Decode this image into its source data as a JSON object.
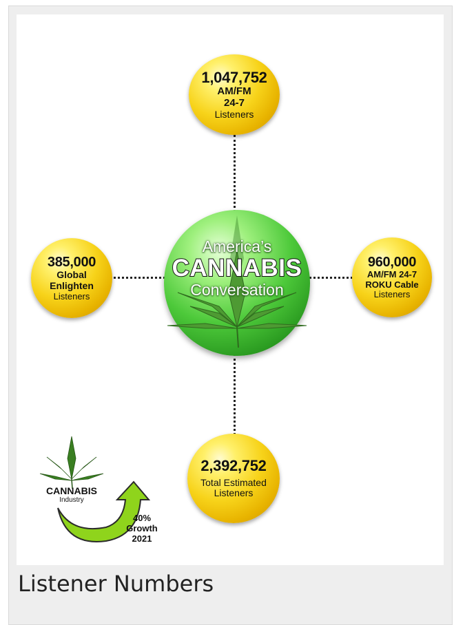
{
  "top_node": {
    "number": "1,047,752",
    "line1": "AM/FM",
    "line2": "24-7",
    "line3": "Listeners"
  },
  "left_node": {
    "number": "385,000",
    "line1": "Global",
    "line2": "Enlighten",
    "line3": "Listeners"
  },
  "right_node": {
    "number": "960,000",
    "line1": "AM/FM 24-7",
    "line2": "ROKU Cable",
    "line3": "Listeners"
  },
  "bottom_node": {
    "number": "2,392,752",
    "line1": "Total Estimated",
    "line2": "Listeners"
  },
  "center": {
    "line1": "America’s",
    "line2": "CANNABIS",
    "line3": "Conversation"
  },
  "badge": {
    "title": "CANNABIS",
    "subtitle": "Industry",
    "growth_pct": "40%",
    "growth_word": "Growth",
    "year": "2021"
  },
  "caption": "Listener Numbers",
  "colors": {
    "node_yellow": "#f7d31a",
    "center_green": "#4dc93a",
    "arrow_green": "#8fd41c"
  }
}
